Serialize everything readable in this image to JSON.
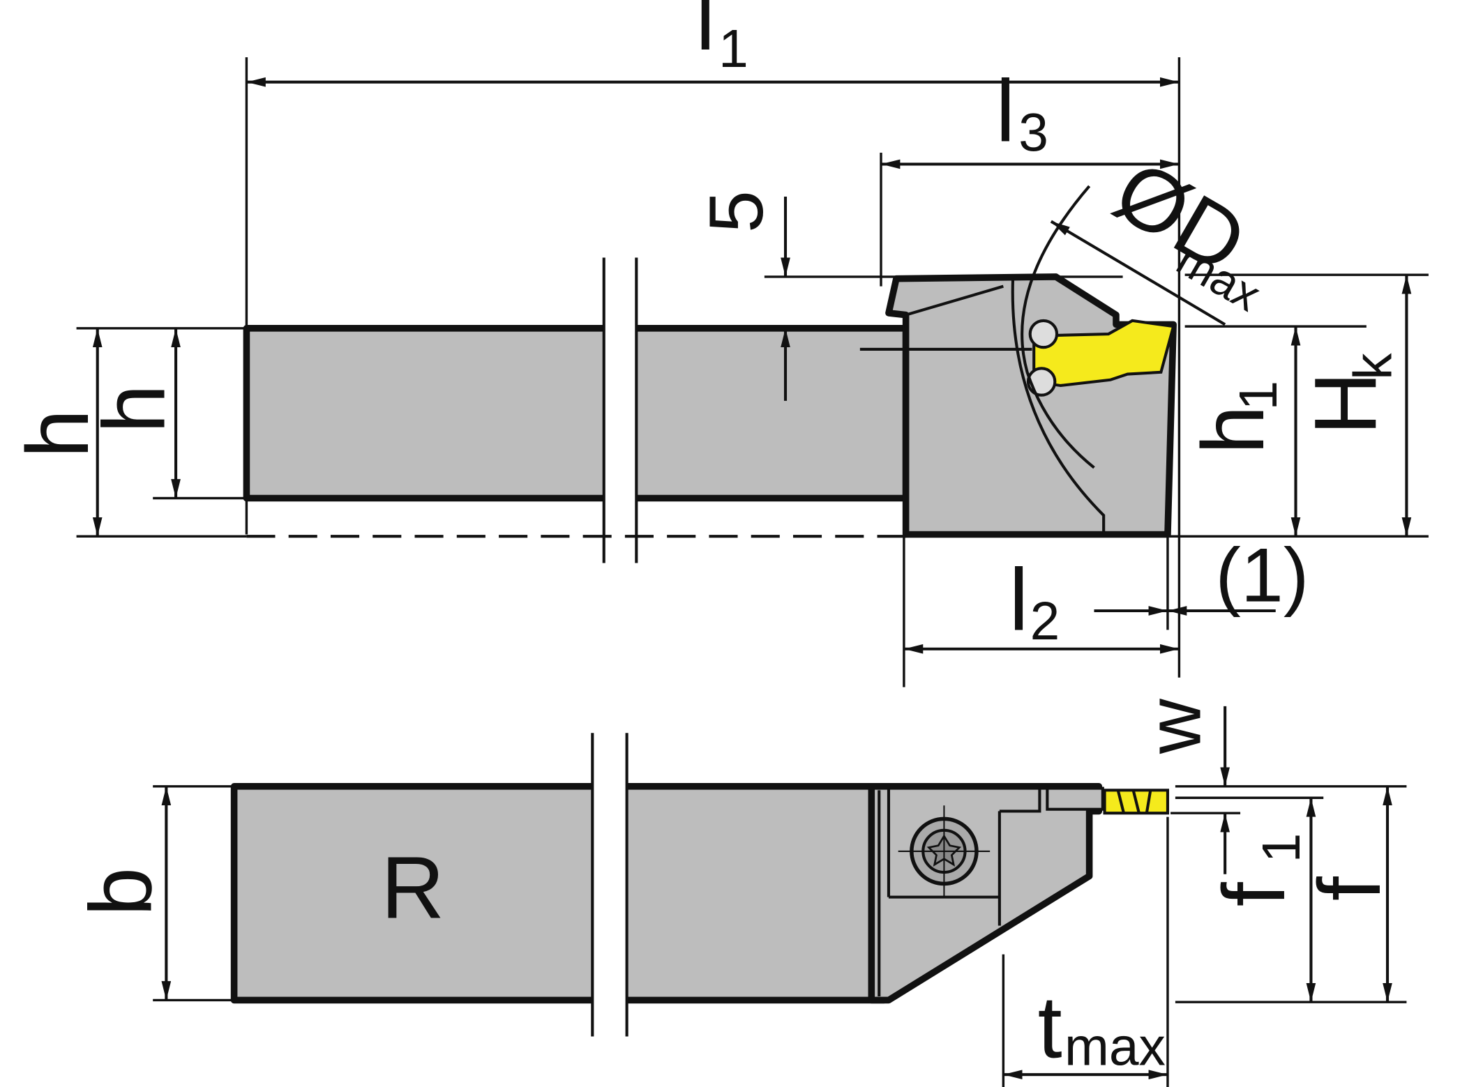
{
  "colors": {
    "body_fill": "#b9b9b9",
    "insert_fill": "#f5ea1c",
    "outline": "#111111",
    "background": "#ffffff"
  },
  "labels": {
    "l1": "l",
    "l1_sub": "1",
    "l3": "l",
    "l3_sub": "3",
    "l2": "l",
    "l2_sub": "2",
    "dim_5": "5",
    "d_max": "ØD",
    "d_max_sub": "max",
    "h_outer": "h",
    "h_inner": "h",
    "h1": "h",
    "h1_sub": "1",
    "hk": "H",
    "hk_sub": "k",
    "note_1": "(1)",
    "w": "w",
    "b": "b",
    "r": "R",
    "f1": "f",
    "f1_sub": "1",
    "f": "f",
    "t_max": "t",
    "t_max_sub": "max"
  }
}
